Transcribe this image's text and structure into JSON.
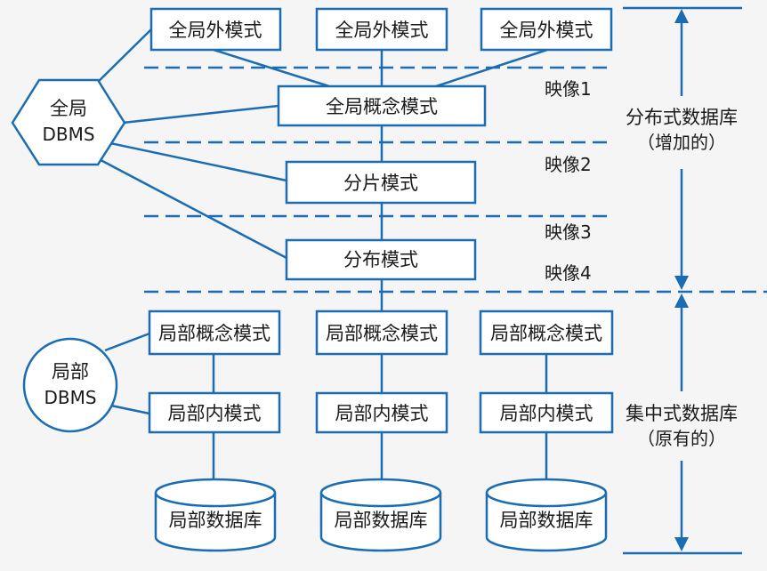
{
  "colors": {
    "line": "#1B6DB3",
    "box_fill": "#ffffff",
    "text": "#1a1a1a",
    "background": "#f5f5f5"
  },
  "global_dbms": {
    "line1": "全局",
    "line2": "DBMS"
  },
  "local_dbms": {
    "line1": "局部",
    "line2": "DBMS"
  },
  "global_external_schema": "全局外模式",
  "global_conceptual_schema": "全局概念模式",
  "fragmentation_schema": "分片模式",
  "allocation_schema": "分布模式",
  "mappings": [
    "映像1",
    "映像2",
    "映像3",
    "映像4"
  ],
  "local_conceptual_schema": "局部概念模式",
  "local_internal_schema": "局部内模式",
  "local_database": "局部数据库",
  "distributed_db": {
    "line1": "分布式数据库",
    "line2": "（增加的）"
  },
  "centralized_db": {
    "line1": "集中式数据库",
    "line2": "（原有的）"
  }
}
